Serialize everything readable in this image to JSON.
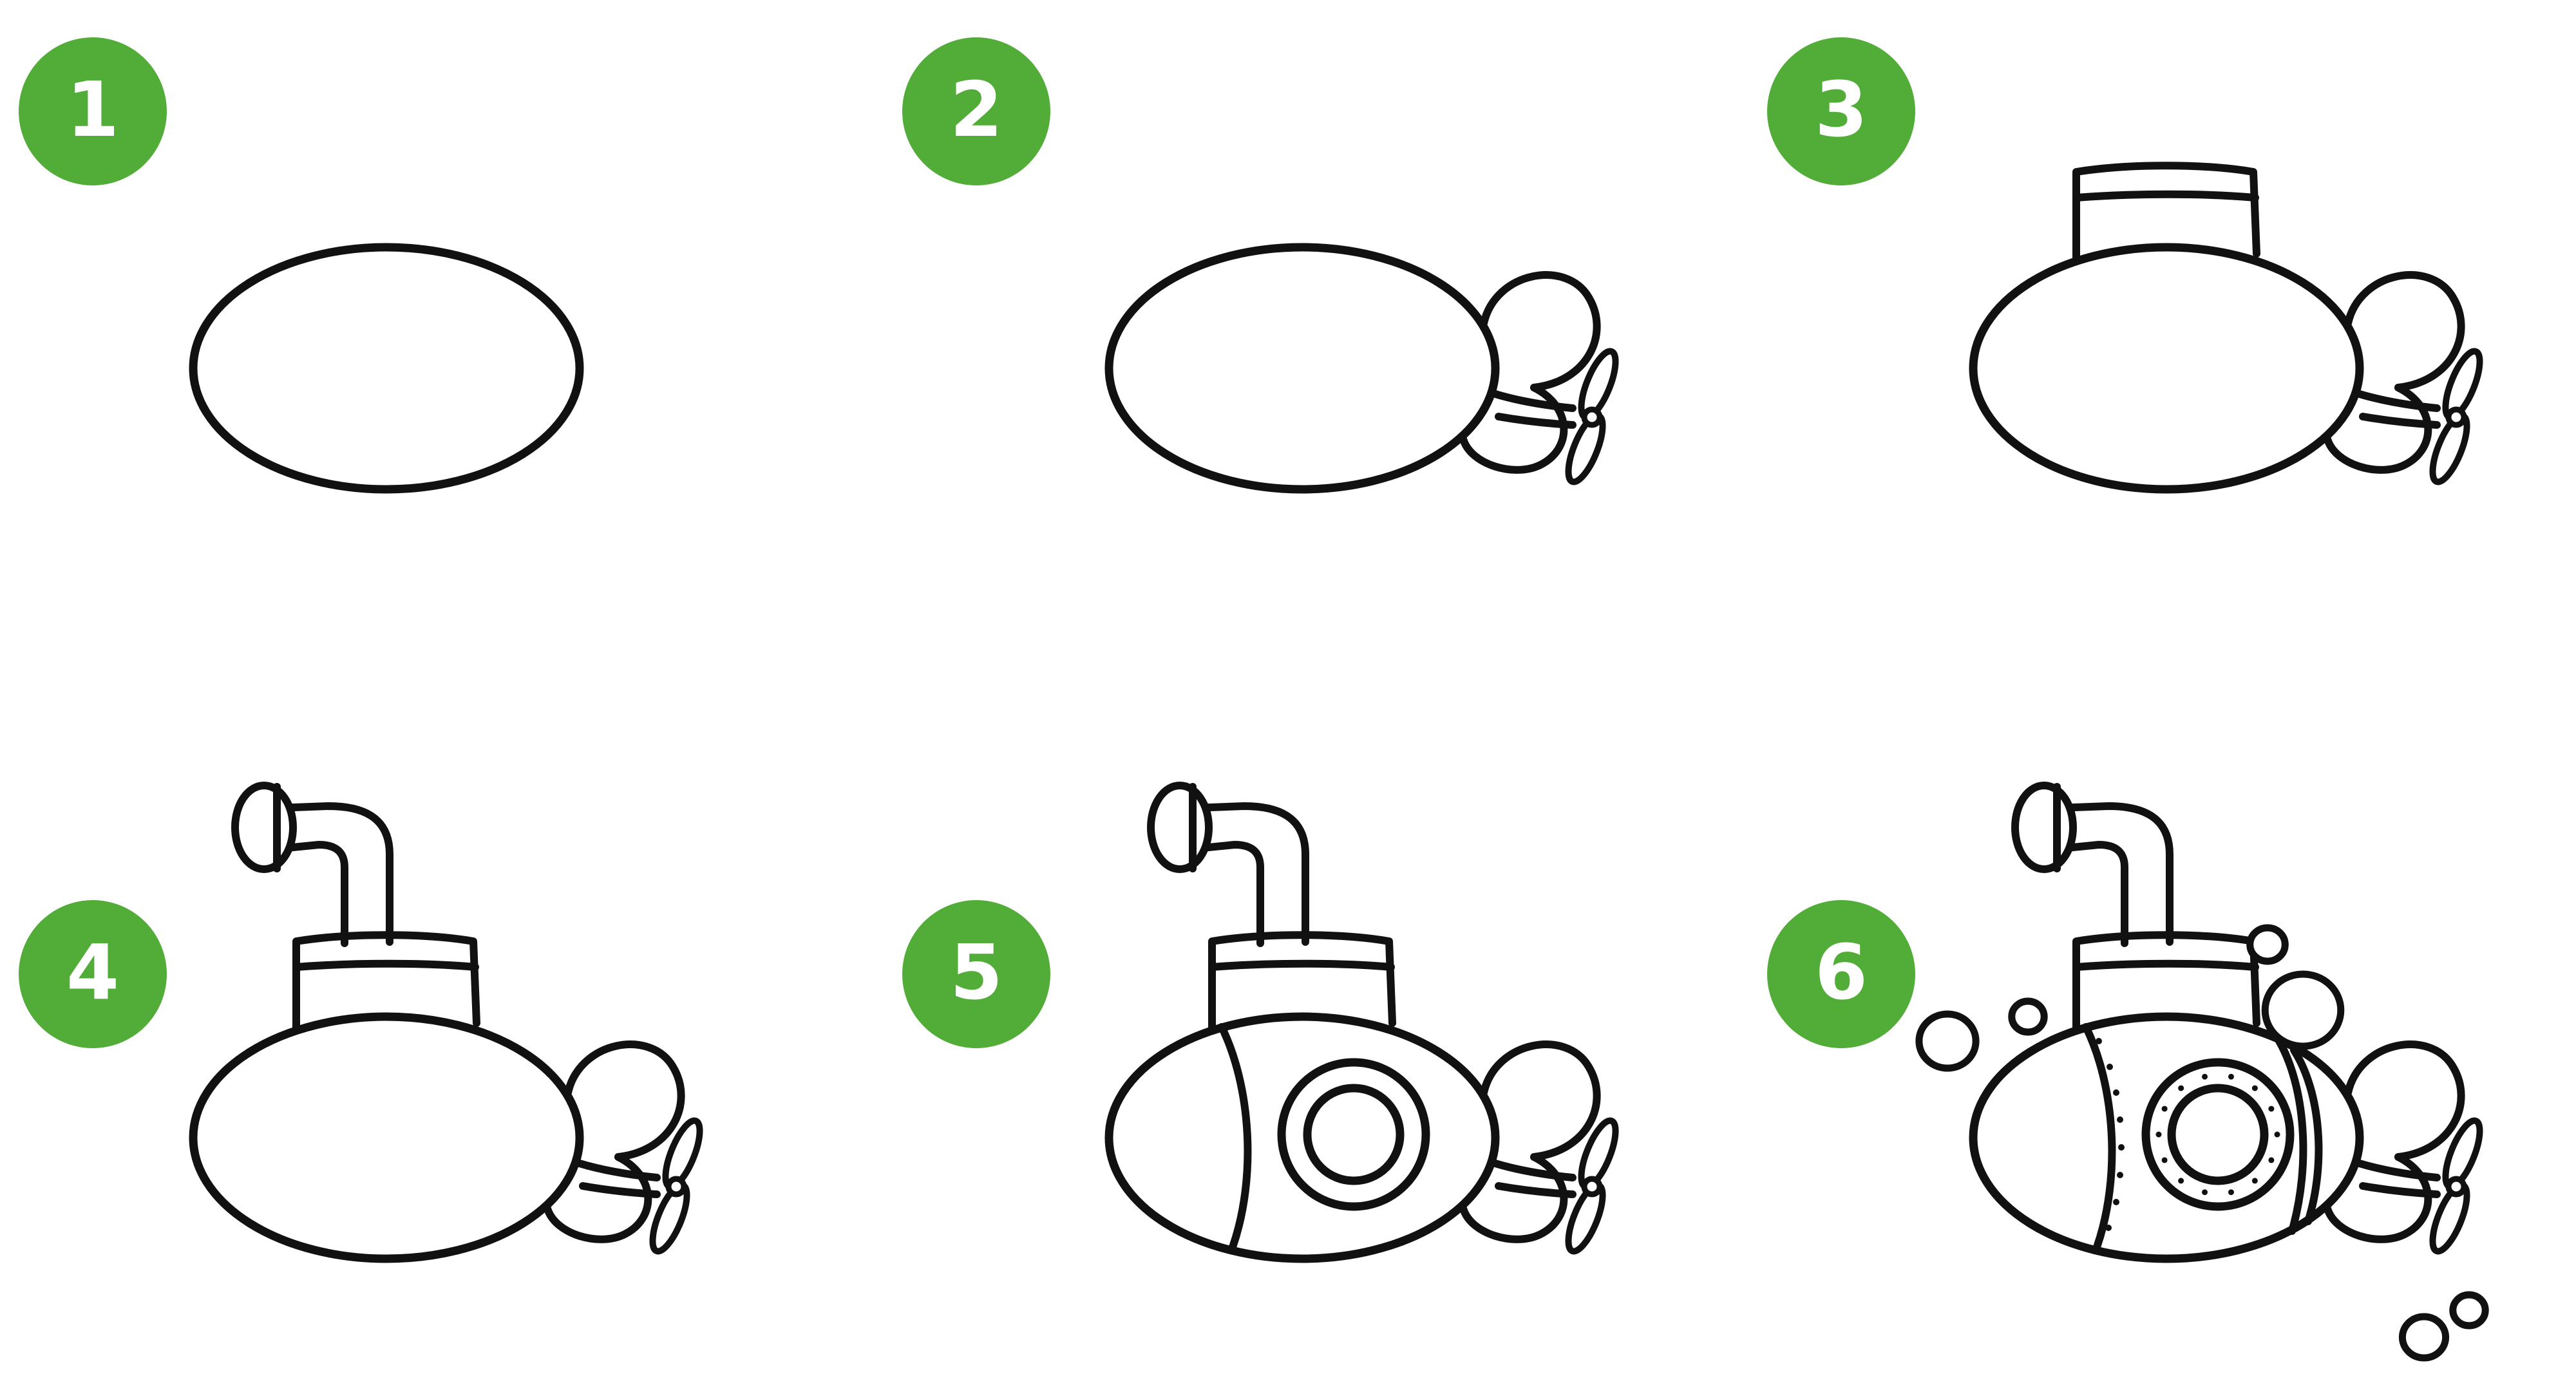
{
  "accent_color": "#52ac38",
  "stroke_color": "#111111",
  "steps": [
    {
      "number": "1",
      "parts": [
        "body"
      ]
    },
    {
      "number": "2",
      "parts": [
        "body",
        "tail",
        "propeller"
      ]
    },
    {
      "number": "3",
      "parts": [
        "body",
        "tail",
        "propeller",
        "tower"
      ]
    },
    {
      "number": "4",
      "parts": [
        "body",
        "tail",
        "propeller",
        "tower",
        "periscope"
      ]
    },
    {
      "number": "5",
      "parts": [
        "body",
        "tail",
        "propeller",
        "tower",
        "periscope",
        "nose-line",
        "porthole"
      ]
    },
    {
      "number": "6",
      "parts": [
        "body",
        "tail",
        "propeller",
        "tower",
        "periscope",
        "nose-line",
        "porthole",
        "rivets",
        "rear-line",
        "bubbles"
      ]
    }
  ]
}
